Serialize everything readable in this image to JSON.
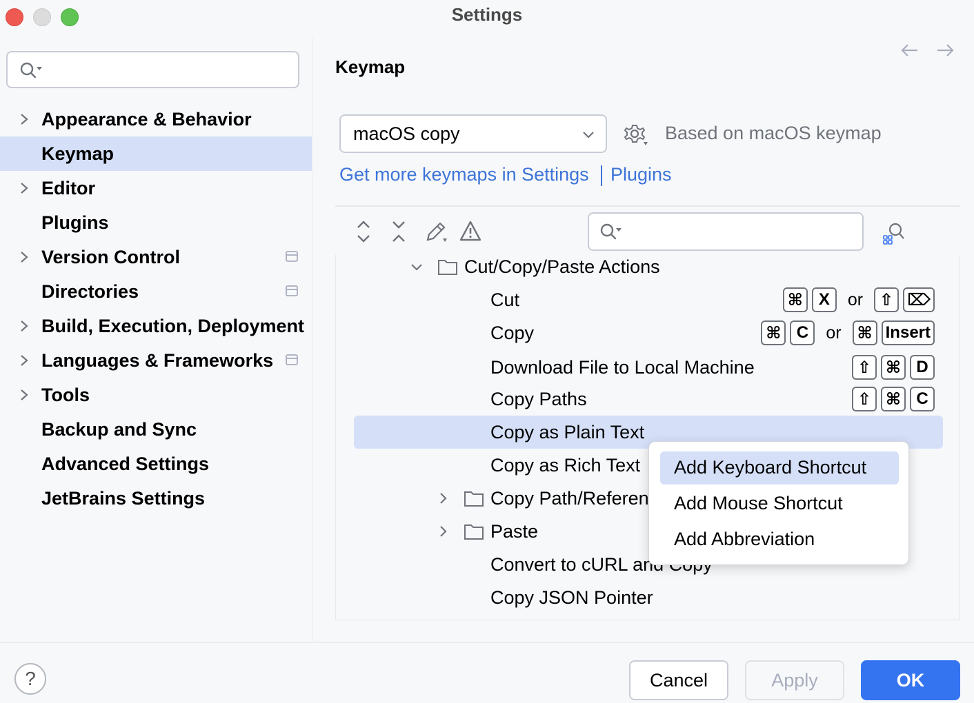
{
  "window": {
    "title": "Settings"
  },
  "colors": {
    "accent": "#3574f0",
    "selection": "#d5e0f8",
    "link": "#3d74d8"
  },
  "sidebar": {
    "search_placeholder": "",
    "items": [
      {
        "label": "Appearance & Behavior",
        "expandable": true,
        "badge": false
      },
      {
        "label": "Keymap",
        "expandable": false,
        "badge": false,
        "selected": true
      },
      {
        "label": "Editor",
        "expandable": true,
        "badge": false
      },
      {
        "label": "Plugins",
        "expandable": false,
        "badge": false
      },
      {
        "label": "Version Control",
        "expandable": true,
        "badge": true
      },
      {
        "label": "Directories",
        "expandable": false,
        "badge": true
      },
      {
        "label": "Build, Execution, Deployment",
        "expandable": true,
        "badge": false
      },
      {
        "label": "Languages & Frameworks",
        "expandable": true,
        "badge": true
      },
      {
        "label": "Tools",
        "expandable": true,
        "badge": false
      },
      {
        "label": "Backup and Sync",
        "expandable": false,
        "badge": false
      },
      {
        "label": "Advanced Settings",
        "expandable": false,
        "badge": false
      },
      {
        "label": "JetBrains Settings",
        "expandable": false,
        "badge": false
      }
    ]
  },
  "main": {
    "title": "Keymap",
    "keymap_selected": "macOS copy",
    "based_on": "Based on macOS keymap",
    "link_settings": "Get more keymaps in Settings",
    "link_plugins": "Plugins",
    "tree_search_placeholder": "",
    "toolbar_icons": [
      "expand-all-icon",
      "collapse-all-icon",
      "edit-icon",
      "conflicts-warning-icon"
    ],
    "tree": {
      "group": "Cut/Copy/Paste Actions",
      "rows": [
        {
          "label": "Cut",
          "shortcuts": [
            [
              "⌘",
              "X"
            ],
            [
              "⇧",
              "⌦"
            ]
          ]
        },
        {
          "label": "Copy",
          "shortcuts": [
            [
              "⌘",
              "C"
            ],
            [
              "⌘",
              "Insert"
            ]
          ]
        },
        {
          "label": "Download File to Local Machine",
          "shortcuts": [
            [
              "⇧",
              "⌘",
              "D"
            ]
          ]
        },
        {
          "label": "Copy Paths",
          "shortcuts": [
            [
              "⇧",
              "⌘",
              "C"
            ]
          ]
        },
        {
          "label": "Copy as Plain Text",
          "shortcuts": [],
          "selected": true
        },
        {
          "label": "Copy as Rich Text",
          "shortcuts": []
        },
        {
          "label": "Copy Path/Reference...",
          "folder": true
        },
        {
          "label": "Paste",
          "folder": true
        },
        {
          "label": "Convert to cURL and Copy",
          "shortcuts": []
        },
        {
          "label": "Copy JSON Pointer",
          "shortcuts": []
        }
      ],
      "or_label": "or"
    }
  },
  "context_menu": {
    "items": [
      "Add Keyboard Shortcut",
      "Add Mouse Shortcut",
      "Add Abbreviation"
    ]
  },
  "footer": {
    "help": "?",
    "cancel": "Cancel",
    "apply": "Apply",
    "ok": "OK"
  }
}
